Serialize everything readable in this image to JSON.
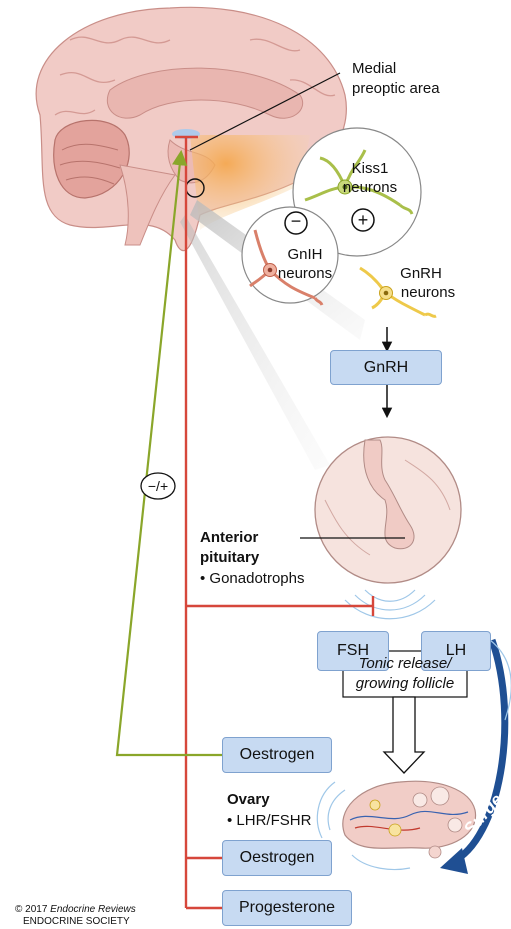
{
  "brain": {
    "medial_preoptic_area": [
      "Medial",
      "preoptic area"
    ],
    "kiss1_neurons": [
      "Kiss1",
      "neurons"
    ],
    "gnih_neurons": [
      "GnIH",
      "neurons"
    ],
    "gnrh_neurons": [
      "GnRH",
      "neurons"
    ],
    "minus_sign": "−",
    "plus_sign": "+"
  },
  "pathway": {
    "gnrh_box": "GnRH",
    "fsh_box": "FSH",
    "lh_box": "LH",
    "oestrogen_box_1": "Oestrogen",
    "oestrogen_box_2": "Oestrogen",
    "progesterone_box": "Progesterone",
    "feedback_symbol": "−/+"
  },
  "pituitary": {
    "title": "Anterior",
    "title2": "pituitary",
    "bullet": "• Gonadotrophs"
  },
  "ovary": {
    "title": "Ovary",
    "bullet": "• LHR/FSHR",
    "tonic_release": [
      "Tonic release/",
      "growing follicle"
    ],
    "surge": "Surge"
  },
  "copyright": {
    "line1_prefix": "© 2017 ",
    "journal": "Endocrine Reviews",
    "line2": "ENDOCRINE SOCIETY"
  },
  "colors": {
    "red_pathway": "#d6473b",
    "green_pathway": "#8aa62a",
    "box_fill": "#c7daf2",
    "box_border": "#7fa2cf",
    "brain": "#f0c9c4",
    "brain_dark": "#d79a95",
    "kiss1": "#a9bf4a",
    "gnih": "#d9806a",
    "gnrh_neuron": "#eec94a",
    "surge_arrow": "#1f4f93"
  }
}
